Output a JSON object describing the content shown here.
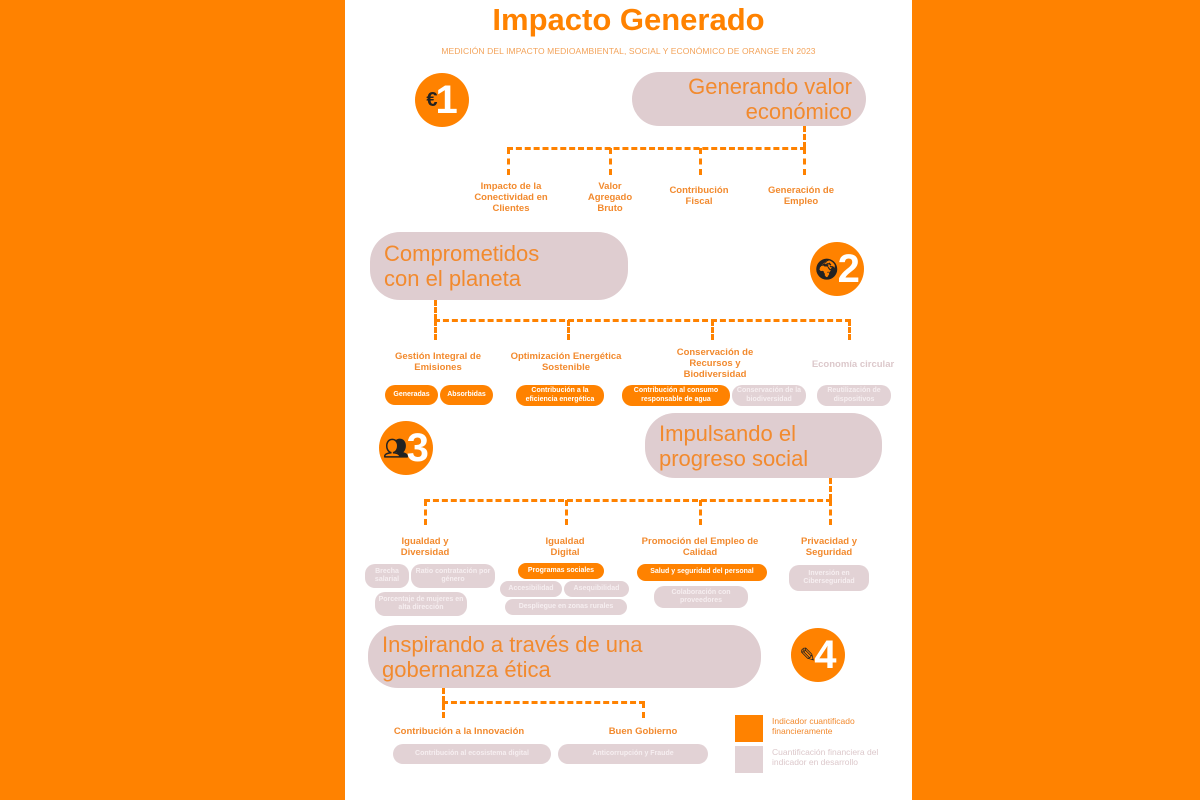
{
  "header": {
    "title": "Impacto Generado",
    "subtitle": "MEDICIÓN DEL IMPACTO MEDIOAMBIENTAL, SOCIAL Y ECONÓMICO DE ORANGE EN 2023"
  },
  "colors": {
    "accent": "#ff8200",
    "pending": "#dfcdd0"
  },
  "sections": [
    {
      "number": "1",
      "icon": "euro-icon",
      "title_lines": [
        "Generando valor",
        "económico"
      ],
      "branches": [
        {
          "label": "Impacto de la Conectividad en Clientes"
        },
        {
          "label": "Valor Agregado Bruto"
        },
        {
          "label": "Contribución Fiscal"
        },
        {
          "label": "Generación de Empleo"
        }
      ]
    },
    {
      "number": "2",
      "icon": "globe-icon",
      "title_lines": [
        "Comprometidos",
        "con el planeta"
      ],
      "branches": [
        {
          "label": "Gestión Integral de Emisiones",
          "chips": [
            {
              "text": "Generadas",
              "status": "quantified"
            },
            {
              "text": "Absorbidas",
              "status": "quantified"
            }
          ]
        },
        {
          "label": "Optimización Energética Sostenible",
          "chips": [
            {
              "text": "Contribución a la eficiencia energética",
              "status": "quantified"
            }
          ]
        },
        {
          "label": "Conservación de Recursos y Biodiversidad",
          "chips": [
            {
              "text": "Contribución al consumo responsable de agua",
              "status": "quantified"
            },
            {
              "text": "Conservación de la biodiversidad",
              "status": "in-development"
            }
          ]
        },
        {
          "label": "Economía circular",
          "status": "in-development",
          "chips": [
            {
              "text": "Reutilización de dispositivos",
              "status": "in-development"
            }
          ]
        }
      ]
    },
    {
      "number": "3",
      "icon": "people-icon",
      "title_lines": [
        "Impulsando el",
        "progreso social"
      ],
      "branches": [
        {
          "label": "Igualdad y Diversidad",
          "chips": [
            {
              "text": "Brecha salarial",
              "status": "in-development"
            },
            {
              "text": "Ratio contratación por género",
              "status": "in-development"
            },
            {
              "text": "Porcentaje de mujeres en alta dirección",
              "status": "in-development"
            }
          ]
        },
        {
          "label": "Igualdad Digital",
          "chips": [
            {
              "text": "Programas sociales",
              "status": "quantified"
            },
            {
              "text": "Accesibilidad",
              "status": "in-development"
            },
            {
              "text": "Asequibilidad",
              "status": "in-development"
            },
            {
              "text": "Despliegue en zonas rurales",
              "status": "in-development"
            }
          ]
        },
        {
          "label": "Promoción del Empleo de Calidad",
          "chips": [
            {
              "text": "Salud y seguridad del personal",
              "status": "quantified"
            },
            {
              "text": "Colaboración con proveedores",
              "status": "in-development"
            }
          ]
        },
        {
          "label": "Privacidad y Seguridad",
          "chips": [
            {
              "text": "Inversión en Ciberseguridad",
              "status": "in-development"
            }
          ]
        }
      ]
    },
    {
      "number": "4",
      "icon": "document-icon",
      "title_lines": [
        "Inspirando a través de una",
        "gobernanza ética"
      ],
      "branches": [
        {
          "label": "Contribución a la Innovación",
          "chips": [
            {
              "text": "Contribución al ecosistema digital",
              "status": "in-development"
            }
          ]
        },
        {
          "label": "Buen Gobierno",
          "chips": [
            {
              "text": "Anticorrupción y Fraude",
              "status": "in-development"
            }
          ]
        }
      ]
    }
  ],
  "legend": [
    {
      "text": "Indicador cuantificado financieramente"
    },
    {
      "text": "Cuantificación financiera del indicador en desarrollo"
    }
  ]
}
